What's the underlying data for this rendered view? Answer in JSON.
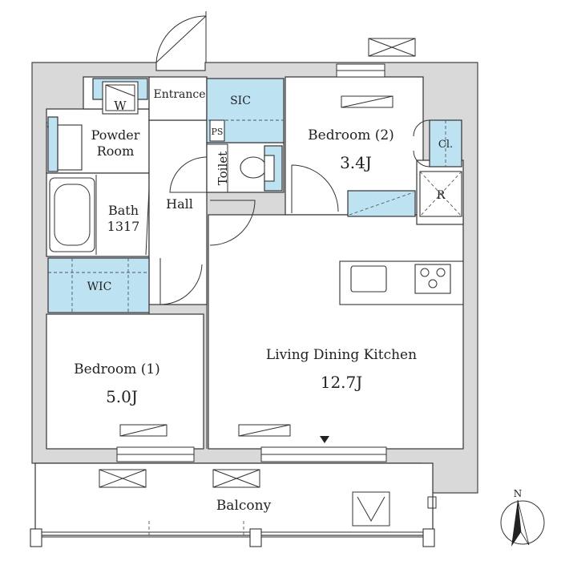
{
  "labels": {
    "entrance": "Entrance",
    "sic": "SIC",
    "powder_room_line1": "Powder",
    "powder_room_line2": "Room",
    "washer": "W",
    "ps": "PS",
    "toilet": "Toilet",
    "bedroom2_name": "Bedroom (2)",
    "bedroom2_size": "3.4J",
    "closet": "Cl.",
    "refrigerator": "R",
    "hall": "Hall",
    "bath_name": "Bath",
    "bath_size": "1317",
    "wic": "WIC",
    "bedroom1_name": "Bedroom (1)",
    "bedroom1_size": "5.0J",
    "ldk_name": "Living Dining Kitchen",
    "ldk_size": "12.7J",
    "balcony": "Balcony",
    "north": "N"
  },
  "colors": {
    "storage": "#bde3f3",
    "wall": "#d9d9d9"
  }
}
